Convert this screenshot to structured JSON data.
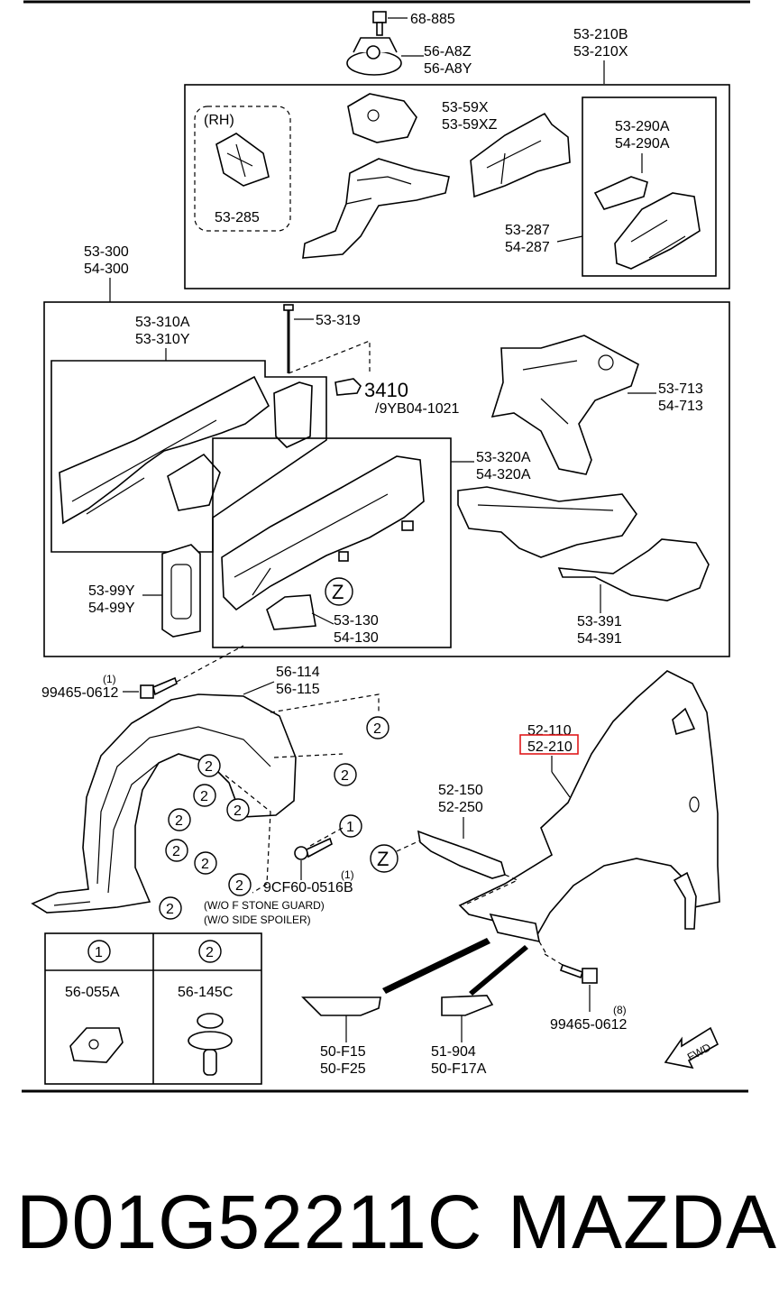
{
  "labels": {
    "p68885": "68-885",
    "p56A8Z": "56-A8Z",
    "p56A8Y": "56-A8Y",
    "p53210B": "53-210B",
    "p53210X": "53-210X",
    "rh": "(RH)",
    "p53285": "53-285",
    "p5359X": "53-59X",
    "p5359XZ": "53-59XZ",
    "p53290A": "53-290A",
    "p54290A": "54-290A",
    "p53287": "53-287",
    "p54287": "54-287",
    "p53300": "53-300",
    "p54300": "54-300",
    "p53310A": "53-310A",
    "p53310Y": "53-310Y",
    "p53319": "53-319",
    "p3410": "3410",
    "p9YB04": "/9YB04-1021",
    "p53713": "53-713",
    "p54713": "54-713",
    "p53320A": "53-320A",
    "p54320A": "54-320A",
    "p5399Y": "53-99Y",
    "p5499Y": "54-99Y",
    "z1": "Z",
    "p53130": "53-130",
    "p54130": "54-130",
    "p53391": "53-391",
    "p54391": "54-391",
    "qty1a": "(1)",
    "p994650612a": "99465-0612",
    "p56114": "56-114",
    "p56115": "56-115",
    "p52110": "52-110",
    "p52210": "52-210",
    "p52150": "52-150",
    "p52250": "52-250",
    "z2": "Z",
    "qty1b": "(1)",
    "p9CF60": "9CF60-0516B",
    "note1": "(W/O F STONE GUARD)",
    "note2": "(W/O SIDE SPOILER)",
    "c1": "1",
    "c2": "2",
    "legend_1": "1",
    "legend_2": "2",
    "p56055A": "56-055A",
    "p56145C": "56-145C",
    "p50F15": "50-F15",
    "p50F25": "50-F25",
    "p51904": "51-904",
    "p50F17A": "50-F17A",
    "qty8": "(8)",
    "p994650612b": "99465-0612",
    "fwd": "FWD"
  },
  "highlight_color": "#e0191c",
  "footer": {
    "part_number": "D01G52211C",
    "brand": "MAZDA"
  }
}
